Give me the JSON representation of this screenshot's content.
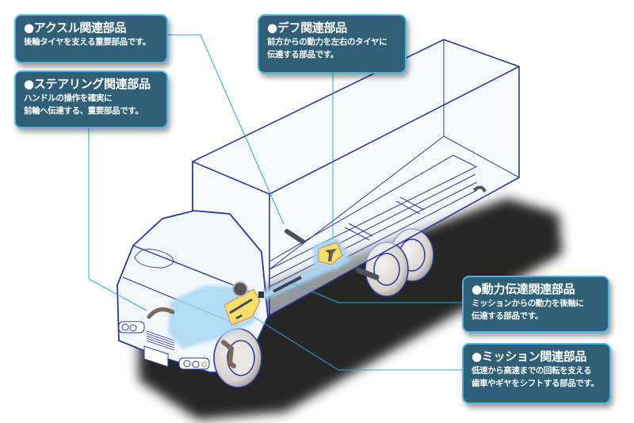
{
  "diagram": {
    "subject": "Truck drivetrain parts illustration",
    "colors": {
      "callout_fill": "#2f6078",
      "callout_border": "#4ab6e6",
      "leader_line": "#29a9e0",
      "truck_outline": "#2a3a9a",
      "truck_fill": "#eef5fb",
      "shadow": "#262626",
      "highlight_part": "#f4e06a"
    }
  },
  "callouts": {
    "axle": {
      "bullet": "●",
      "title": "アクスル関連部品",
      "lines": [
        "後輪タイヤを支える重要部品です。"
      ]
    },
    "steering": {
      "bullet": "●",
      "title": "ステアリング関連部品",
      "lines": [
        "ハンドルの操作を確実に",
        "前輪へ伝達する、重要部品です。"
      ]
    },
    "diff": {
      "bullet": "●",
      "title": "デフ関連部品",
      "lines": [
        "前方からの動力を左右のタイヤに",
        "伝達する部品です。"
      ]
    },
    "driveline": {
      "bullet": "●",
      "title": "動力伝達関連部品",
      "lines": [
        "ミッションからの動力を後軸に",
        "伝達する部品です。"
      ]
    },
    "mission": {
      "bullet": "●",
      "title": "ミッション関連部品",
      "lines": [
        "低速から高速までの回転を支える",
        "歯車やギヤをシフトする部品です。"
      ]
    }
  }
}
